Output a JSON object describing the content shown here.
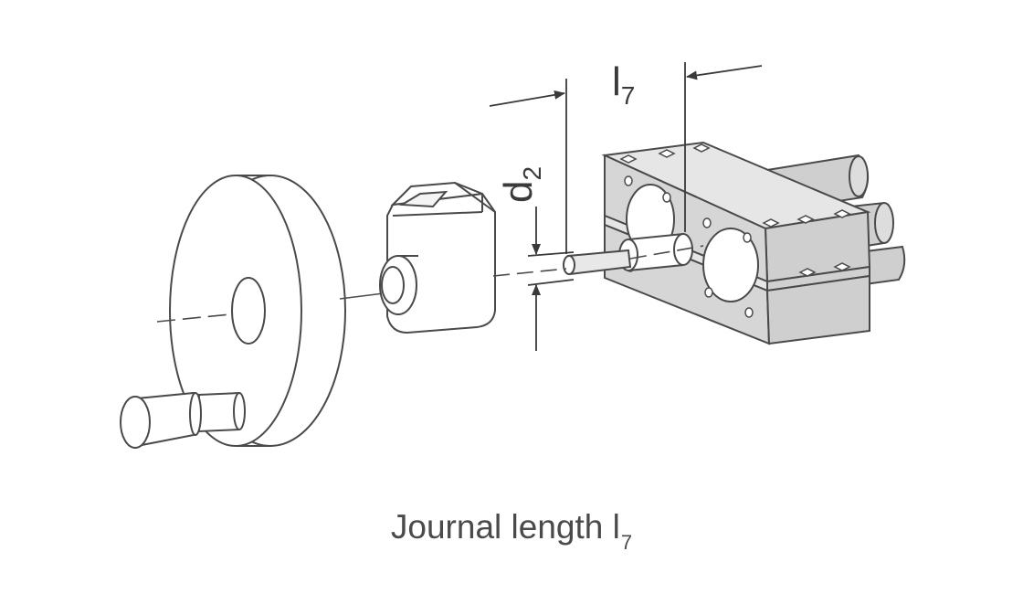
{
  "dimensions": {
    "l7": {
      "main": "l",
      "sub": "7"
    },
    "d2": {
      "main": "d",
      "sub": "2"
    }
  },
  "caption": {
    "text": "Journal length l",
    "sub": "7"
  },
  "colors": {
    "line": "#4a4a4a",
    "block_top": "#e2e2e2",
    "block_front": "#d4d4d4",
    "block_side": "#c6c6c6",
    "part_fill": "#ffffff"
  },
  "icons": {
    "handwheel": "handwheel-icon",
    "position_indicator": "position-indicator-icon",
    "bearing_block": "bearing-block-icon",
    "shaft": "shaft-icon"
  }
}
